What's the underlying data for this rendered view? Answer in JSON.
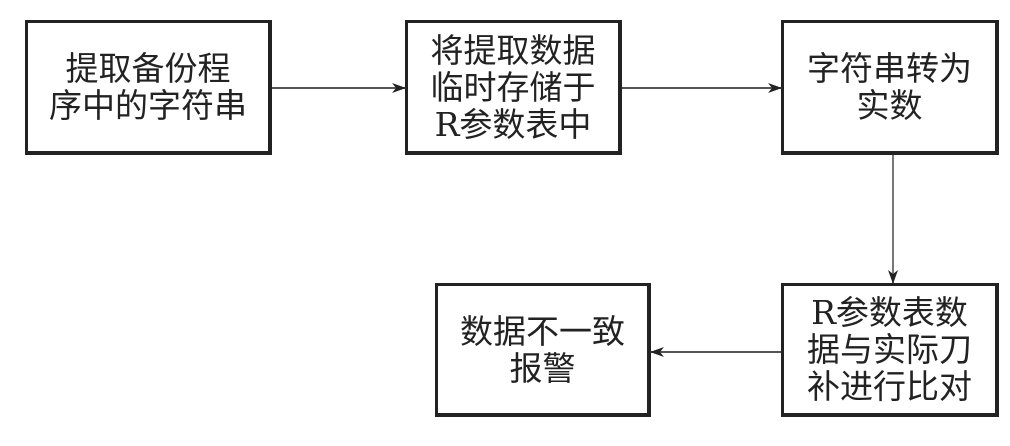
{
  "nodes": [
    {
      "id": "extract",
      "lines": [
        "提取备份程",
        "序中的字符串"
      ]
    },
    {
      "id": "store",
      "lines": [
        "将提取数据",
        "临时存储于",
        "R参数表中"
      ]
    },
    {
      "id": "convert",
      "lines": [
        "字符串转为",
        "实数"
      ]
    },
    {
      "id": "compare",
      "lines": [
        "R参数表数",
        "据与实际刀",
        "补进行比对"
      ]
    },
    {
      "id": "alarm",
      "lines": [
        "数据不一致",
        "报警"
      ]
    }
  ],
  "edges": [
    {
      "from": "extract",
      "to": "store"
    },
    {
      "from": "store",
      "to": "convert"
    },
    {
      "from": "convert",
      "to": "compare"
    },
    {
      "from": "compare",
      "to": "alarm"
    }
  ]
}
